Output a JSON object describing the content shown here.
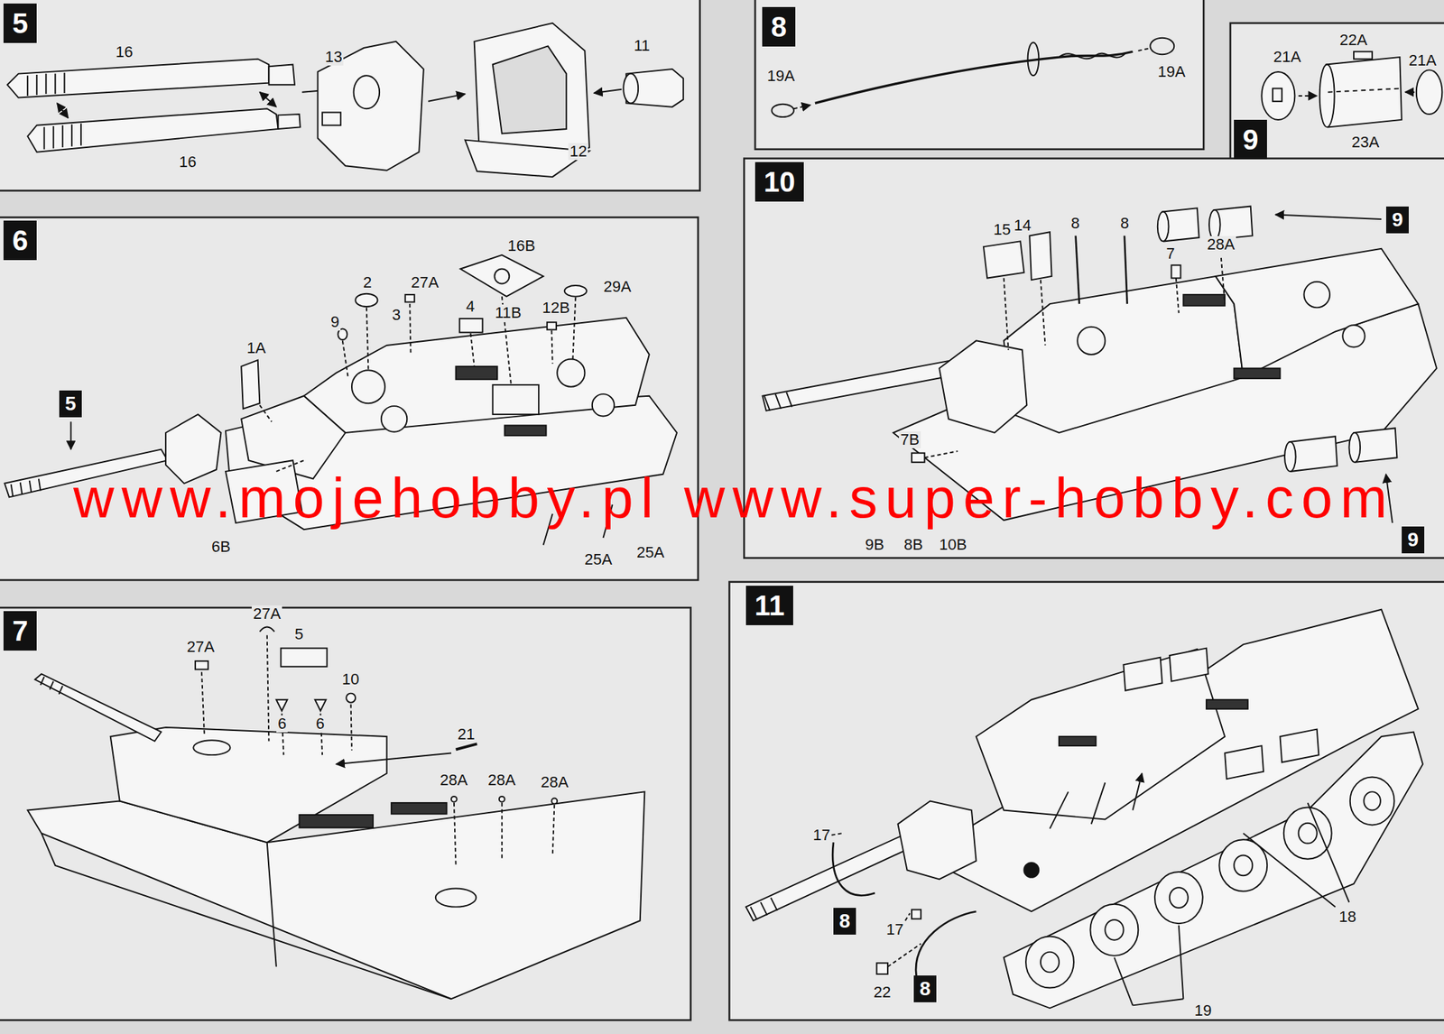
{
  "diagram": {
    "nodes": [
      {
        "text": [
          "5"
        ]
      },
      {
        "text": [
          "6"
        ]
      },
      {
        "text": [
          "5"
        ]
      },
      {
        "text": [
          "7"
        ]
      },
      {
        "text": [
          "8"
        ]
      },
      {
        "text": [
          "9"
        ]
      },
      {
        "text": [
          "10"
        ]
      },
      {
        "text": [
          "9"
        ]
      },
      {
        "text": [
          "9"
        ]
      },
      {
        "text": [
          "11"
        ]
      },
      {
        "text": [
          "8"
        ]
      },
      {
        "text": [
          "8"
        ]
      }
    ],
    "labels": [
      "16",
      "13",
      "11",
      "16",
      "12",
      "19A",
      "19A",
      "21A",
      "22A",
      "21A",
      "23A",
      "16B",
      "2",
      "27A",
      "3",
      "4",
      "11B",
      "12B",
      "29A",
      "9",
      "1A",
      "6B",
      "25A",
      "25A",
      "14",
      "8",
      "8",
      "15",
      "7",
      "28A",
      "7B",
      "9B",
      "8B",
      "10B",
      "27A",
      "27A",
      "5",
      "6",
      "6",
      "10",
      "21",
      "28A",
      "28A",
      "28A",
      "17",
      "17",
      "22",
      "18",
      "19",
      "www.mojehobby.pl www.super-hobby.com"
    ]
  }
}
